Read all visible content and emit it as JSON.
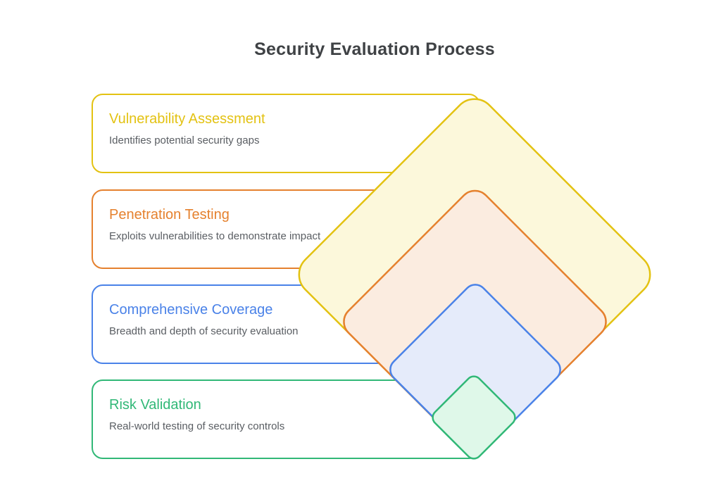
{
  "title": "Security Evaluation Process",
  "heading_color": "#3F4245",
  "description_color": "#5A5E63",
  "layers": [
    {
      "label": "Vulnerability Assessment",
      "description": "Identifies potential security gaps",
      "accent": "#E3C212",
      "diamond_fill": "#FCF8DB"
    },
    {
      "label": "Penetration Testing",
      "description": "Exploits vulnerabilities to demonstrate impact",
      "accent": "#E5812E",
      "diamond_fill": "#FBECE0"
    },
    {
      "label": "Comprehensive Coverage",
      "description": "Breadth and depth of security evaluation",
      "accent": "#4A82E8",
      "diamond_fill": "#E5EBFA"
    },
    {
      "label": "Risk Validation",
      "description": "Real-world testing of security controls",
      "accent": "#31B877",
      "diamond_fill": "#DFF8E9"
    }
  ]
}
